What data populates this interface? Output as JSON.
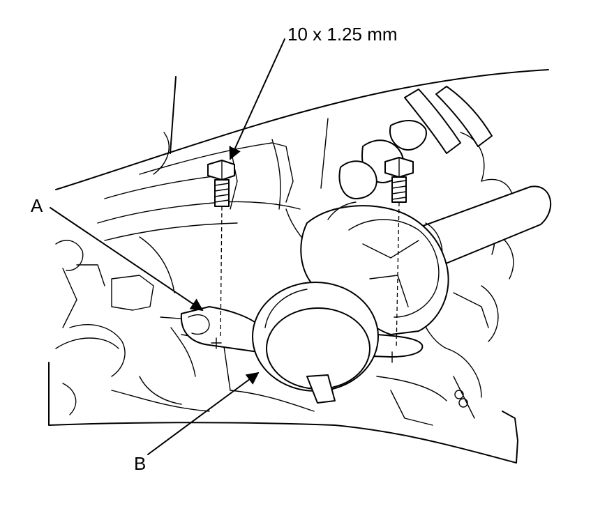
{
  "callouts": {
    "bolt_spec": "10 x 1.25 mm",
    "label_a": "A",
    "label_b": "B"
  },
  "colors": {
    "line": "#000000",
    "background": "#ffffff"
  }
}
